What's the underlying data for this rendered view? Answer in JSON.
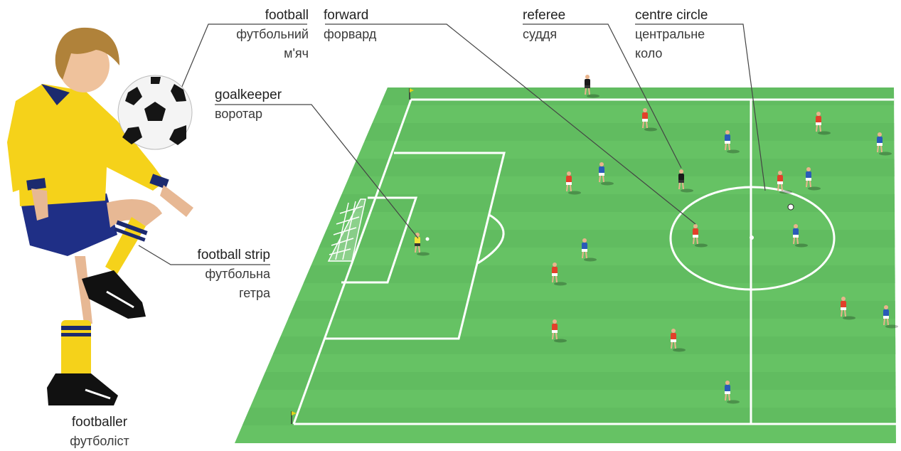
{
  "labels": {
    "football": {
      "en": "football",
      "uk1": "футбольний",
      "uk2": "м'яч"
    },
    "forward": {
      "en": "forward",
      "uk1": "форвард"
    },
    "referee": {
      "en": "referee",
      "uk1": "суддя"
    },
    "centre_circle": {
      "en": "centre circle",
      "uk1": "центральне",
      "uk2": "коло"
    },
    "goalkeeper": {
      "en": "goalkeeper",
      "uk1": "воротар"
    },
    "football_strip": {
      "en": "football strip",
      "uk1": "футбольна",
      "uk2": "гетра"
    },
    "footballer": {
      "en": "footballer",
      "uk1": "футболіст"
    }
  },
  "colors": {
    "pitch_light": "#6cc86a",
    "pitch_dark": "#5cb85c",
    "team_red": "#e2402a",
    "team_blue": "#2a5bb8",
    "referee": "#1a1a1a",
    "goalkeeper": "#f2e23a",
    "kit_yellow": "#f5d21a",
    "kit_navy": "#1c2a6e"
  }
}
